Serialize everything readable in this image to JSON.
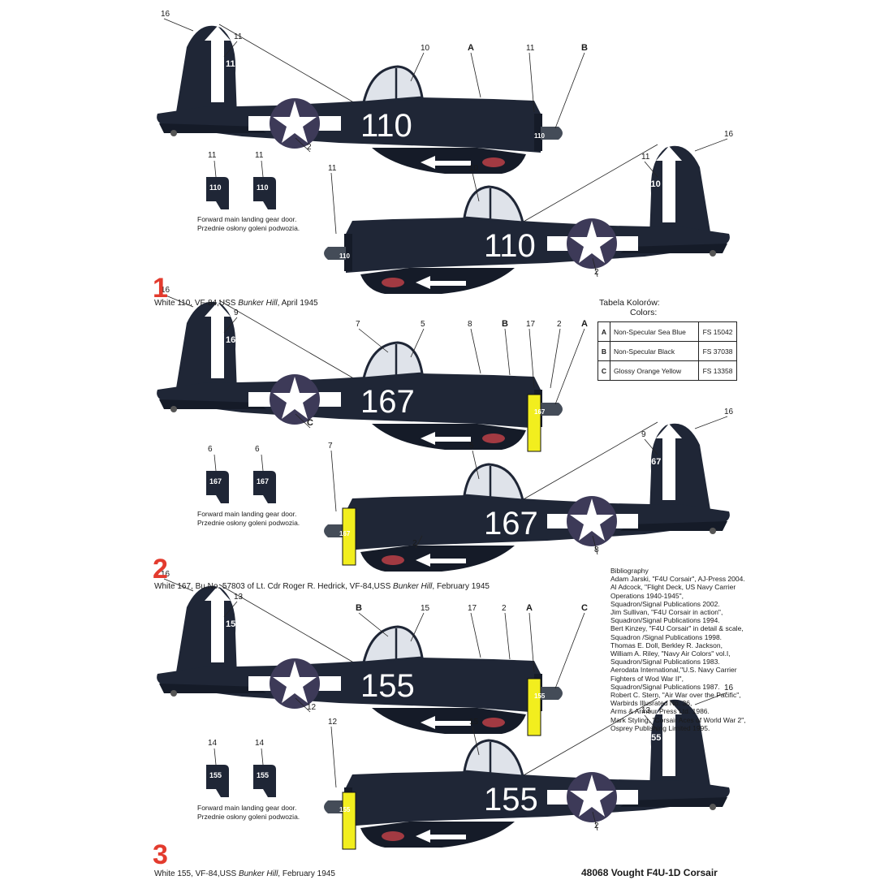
{
  "colors": {
    "navy": "#1f2636",
    "navy_dark": "#151b28",
    "white": "#ffffff",
    "yellow": "#f2ee1e",
    "red_number": "#e33b2e",
    "roundel_blue": "#3d3a58",
    "text": "#1a1a1a"
  },
  "schemes": [
    {
      "number": "1",
      "caption_pre": "White 110, VF-84,USS ",
      "caption_ship": "Bunker Hill",
      "caption_post": ", April 1945",
      "side_number": "110",
      "door_callouts": [
        "11",
        "11"
      ],
      "door_note": [
        "Forward main landing gear door.",
        "Przednie osłony goleni podwozia."
      ],
      "left_callouts": [
        "16",
        "11",
        "10",
        "A",
        "11",
        "B",
        "2"
      ],
      "right_callouts": [
        "16",
        "11",
        "10",
        "11",
        "2"
      ]
    },
    {
      "number": "2",
      "caption_pre": "White 167, Bu.No. 57803 of Lt. Cdr Roger R. Hedrick, VF-84,USS ",
      "caption_ship": "Bunker Hill",
      "caption_post": ", February 1945",
      "side_number": "167",
      "door_callouts": [
        "6",
        "6"
      ],
      "door_note": [
        "Forward main landing gear door.",
        "Przednie osłony goleni podwozia."
      ],
      "left_callouts": [
        "16",
        "9",
        "5",
        "8",
        "17",
        "A",
        "C",
        "7",
        "B",
        "2"
      ],
      "right_callouts": [
        "16",
        "9",
        "5",
        "7",
        "8",
        "2"
      ]
    },
    {
      "number": "3",
      "caption_pre": "White 155, VF-84,USS ",
      "caption_ship": "Bunker Hill",
      "caption_post": ", February 1945",
      "side_number": "155",
      "door_callouts": [
        "14",
        "14"
      ],
      "door_note": [
        "Forward main landing gear door.",
        "Przednie osłony goleni podwozia."
      ],
      "left_callouts": [
        "16",
        "13",
        "15",
        "17",
        "A",
        "C",
        "12",
        "B",
        "2"
      ],
      "right_callouts": [
        "16",
        "13",
        "15",
        "12",
        "2"
      ]
    }
  ],
  "color_table": {
    "title": "Tabela Kolorów:",
    "subtitle": "Colors:",
    "rows": [
      {
        "code": "A",
        "name": "Non-Specular Sea Blue",
        "fs": "FS 15042"
      },
      {
        "code": "B",
        "name": "Non-Specular Black",
        "fs": "FS 37038"
      },
      {
        "code": "C",
        "name": "Glossy Orange Yellow",
        "fs": "FS 13358"
      }
    ]
  },
  "bibliography": [
    "Bibliography",
    "Adam Jarski, \"F4U Corsair\", AJ-Press 2004.",
    "Al Adcock, \"Flight Deck, US Navy Carrier",
    "Operations 1940-1945\",",
    "Squadron/Signal Publications 2002.",
    "Jim Sullivan, \"F4U Corsair in action\",",
    "Squadron/Signal Publications 1994.",
    "Bert Kinzey, \"F4U Corsair\" in detail & scale,",
    "Squadron /Signal Publications 1998.",
    "Thomas E. Doll, Berkley R. Jackson,",
    "William A. Riley, \"Navy Air Colors\" vol.I,",
    "Squadron/Signal Publications 1983.",
    "Aerodata International,\"U.S. Navy Carrier",
    "Fighters of Wod War II\",",
    "Squadron/Signal Publications 1987.",
    "Robert C. Stern, \"Air War over the Pacific\",",
    "Warbirds Illusrated No. 36,",
    "Arms & Armour Press Ltd. 1986.",
    "Mark Styling, \"Corsair Aces of World War 2\",",
    "Osprey Publishing Limited 1995."
  ],
  "kit_title": "48068 Vought F4U-1D Corsair"
}
